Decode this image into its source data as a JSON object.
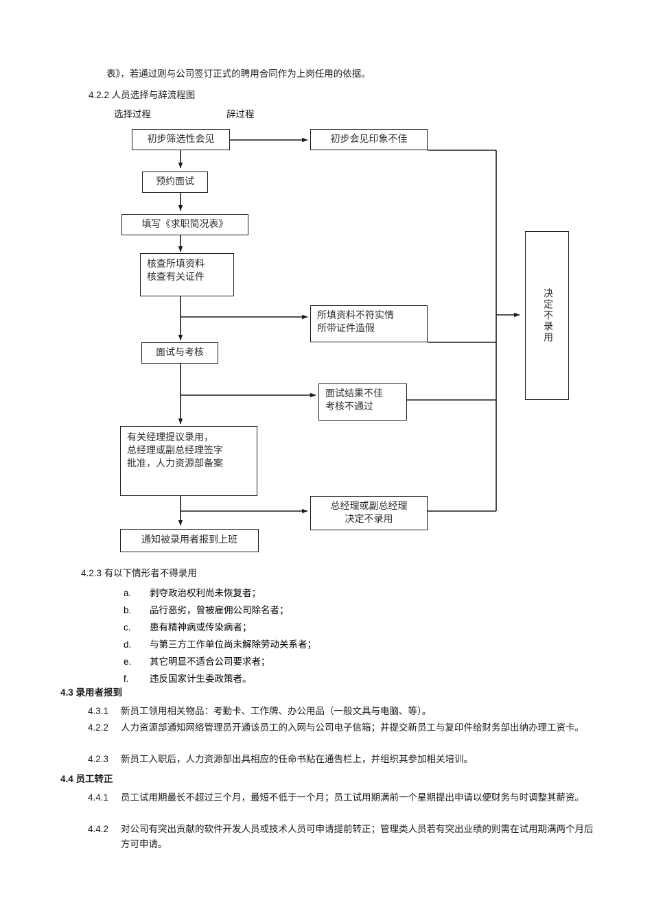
{
  "document": {
    "top_paragraph": "表》，若通过则与公司签订正式的聘用合同作为上岗任用的依据。",
    "section_422_heading": "4.2.2 人员选择与辞流程图",
    "flow_label_left": "选择过程",
    "flow_label_right": "辞过程"
  },
  "flowchart": {
    "boxes": [
      {
        "id": "initial-screening-interview",
        "text": "初步筛选性会见"
      },
      {
        "id": "schedule-interview",
        "text": "预约面试"
      },
      {
        "id": "fill-application-form",
        "text": "填写《求职简况表》"
      },
      {
        "id": "verify-materials",
        "text": "核查所填资料\n核查有关证件"
      },
      {
        "id": "interview-and-assessment",
        "text": "面试与考核"
      },
      {
        "id": "manager-recommends-hire",
        "text": "有关经理提议录用，\n总经理或副总经理签字\n批准，人力资源部备案"
      },
      {
        "id": "notify-hired-report-to-work",
        "text": "通知被录用者报到上班"
      },
      {
        "id": "bad-first-impression",
        "text": "初步会见印象不佳"
      },
      {
        "id": "materials-false",
        "text": "所填资料不符实情\n所带证件造假"
      },
      {
        "id": "interview-failed",
        "text": "面试结果不佳\n考核不通过"
      },
      {
        "id": "gm-decides-not-hire",
        "text": "总经理或副总经理\n决定不录用"
      },
      {
        "id": "decision-not-hire",
        "text": "决定不录用"
      }
    ]
  },
  "section_423": {
    "heading": "4.2.3 有以下情形者不得录用",
    "items": [
      {
        "marker": "a.",
        "text": "剥夺政治权利尚未恢复者；"
      },
      {
        "marker": "b.",
        "text": "品行恶劣，曾被雇佣公司除名者；"
      },
      {
        "marker": "c.",
        "text": "患有精神病或传染病者；"
      },
      {
        "marker": "d.",
        "text": "与第三方工作单位尚未解除劳动关系者；"
      },
      {
        "marker": "e.",
        "text": "其它明显不适合公司要求者；"
      },
      {
        "marker": "f.",
        "text": "违反国家计生委政策者。"
      }
    ]
  },
  "section_43": {
    "heading": "4.3 录用者报到",
    "items": [
      {
        "number": "4.3.1",
        "text": "新员工领用相关物品：考勤卡、工作牌、办公用品（一般文具与电脑、等）。"
      },
      {
        "number": "4.2.2",
        "text": "人力资源部通知网络管理员开通该员工的入网与公司电子信箱；并提交新员工与复印件给财务部出纳办理工资卡。"
      },
      {
        "number": "4.2.3",
        "text": "新员工入职后，人力资源部出具相应的任命书贴在通告栏上，并组织其参加相关培训。"
      }
    ]
  },
  "section_44": {
    "heading": "4.4 员工转正",
    "items": [
      {
        "number": "4.4.1",
        "text": "员工试用期最长不超过三个月，最短不低于一个月；员工试用期满前一个星期提出申请以便财务与时调整其薪资。"
      },
      {
        "number": "4.4.2",
        "text": "对公司有突出贡献的软件开发人员或技术人员可申请提前转正；管理类人员若有突出业绩的则需在试用期满两个月后方可申请。"
      }
    ]
  },
  "colors": {
    "ink": "#1a1a1a",
    "line": "#1a1a1a",
    "page": "#ffffff"
  }
}
